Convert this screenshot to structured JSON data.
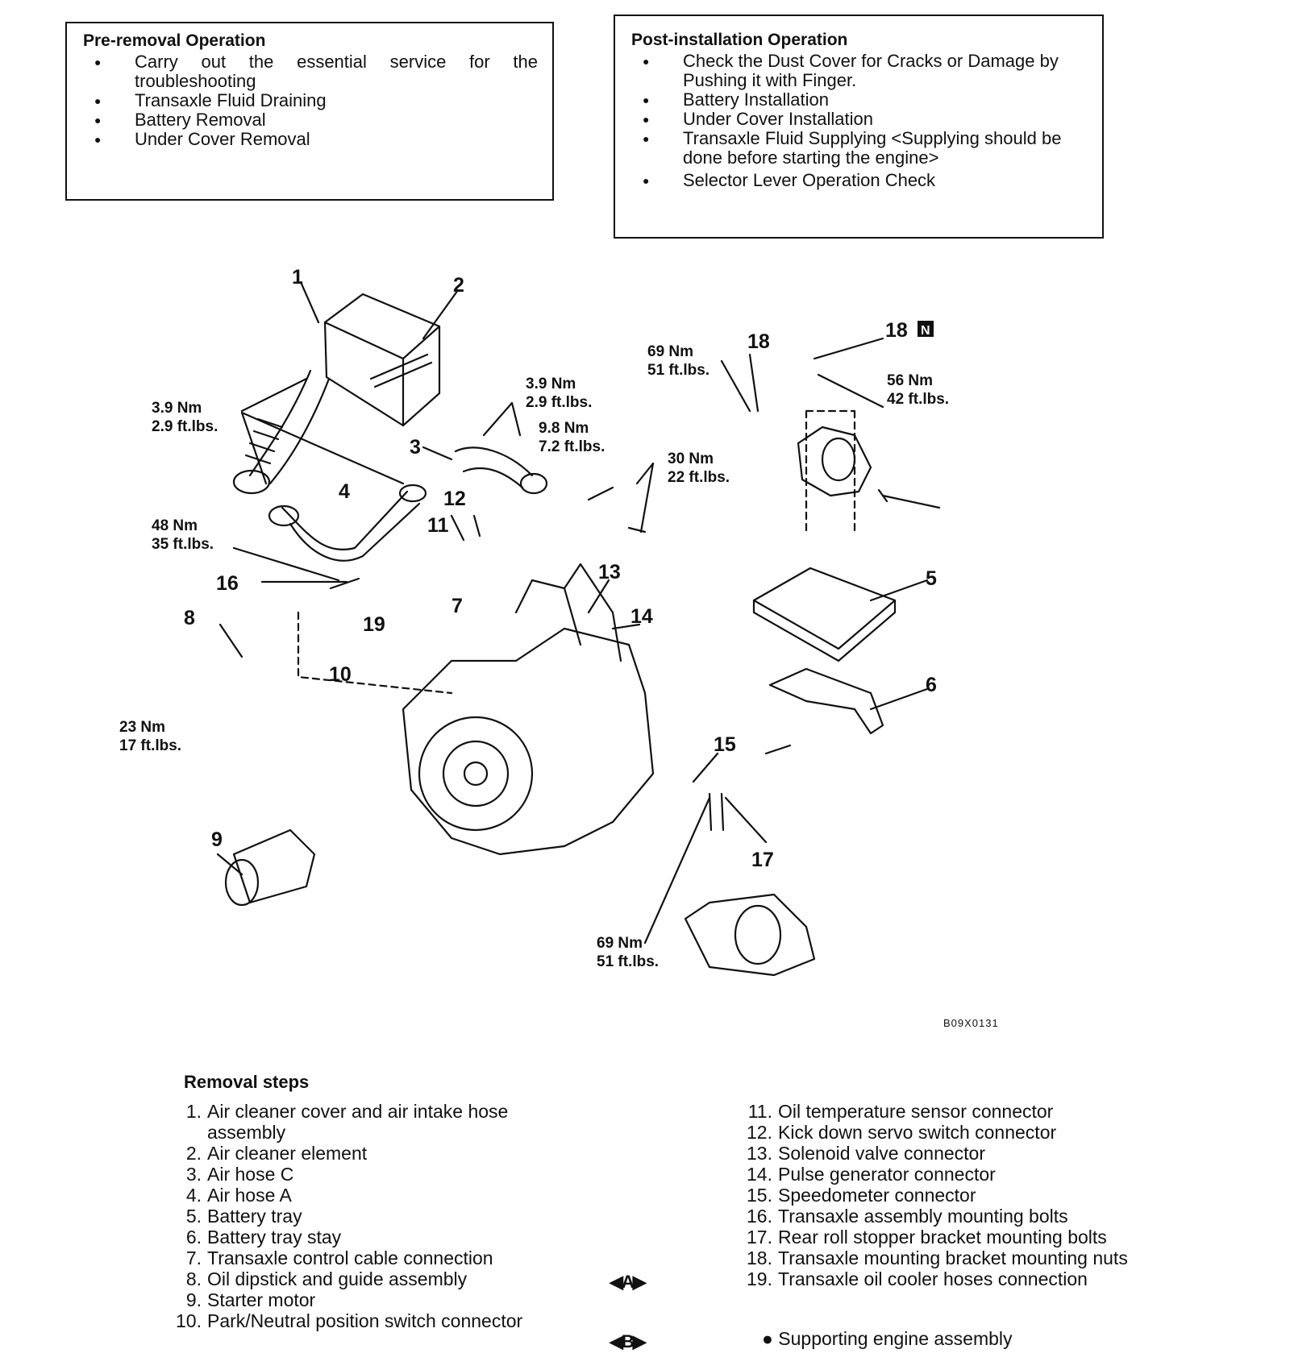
{
  "pre_removal": {
    "title": "Pre-removal Operation",
    "items": [
      "Carry out the essential service for the troubleshooting",
      "Transaxle Fluid Draining",
      "Battery Removal",
      "Under Cover Removal"
    ]
  },
  "post_installation": {
    "title": "Post-installation Operation",
    "items": [
      "Check the Dust Cover for Cracks or Damage by Pushing it with Finger.",
      "Battery Installation",
      "Under Cover Installation",
      "Transaxle Fluid Supplying <Supplying should be done before starting the engine>",
      "Selector Lever Operation Check"
    ]
  },
  "diagram": {
    "part_labels": [
      "1",
      "2",
      "3",
      "4",
      "5",
      "6",
      "7",
      "8",
      "9",
      "10",
      "11",
      "12",
      "13",
      "14",
      "15",
      "16",
      "17",
      "18",
      "18",
      "19"
    ],
    "torque_labels": [
      [
        "3.9 Nm",
        "2.9 ft.lbs."
      ],
      [
        "3.9 Nm",
        "2.9 ft.lbs."
      ],
      [
        "9.8 Nm",
        "7.2 ft.lbs."
      ],
      [
        "30 Nm",
        "22 ft.lbs."
      ],
      [
        "69 Nm",
        "51 ft.lbs."
      ],
      [
        "56 Nm",
        "42 ft.lbs."
      ],
      [
        "48 Nm",
        "35 ft.lbs."
      ],
      [
        "23 Nm",
        "17 ft.lbs."
      ],
      [
        "69 Nm",
        "51 ft.lbs."
      ]
    ],
    "new_part_mark": "N",
    "figure_code": "B09X0131"
  },
  "removal_steps": {
    "title": "Removal steps",
    "left": [
      {
        "n": "1.",
        "text": "Air cleaner cover and air intake hose assembly"
      },
      {
        "n": "2.",
        "text": "Air cleaner element"
      },
      {
        "n": "3.",
        "text": "Air hose C"
      },
      {
        "n": "4.",
        "text": "Air hose A"
      },
      {
        "n": "5.",
        "text": "Battery tray"
      },
      {
        "n": "6.",
        "text": "Battery tray stay"
      },
      {
        "n": "7.",
        "text": "Transaxle control cable connection"
      },
      {
        "n": "8.",
        "text": "Oil dipstick and guide assembly"
      },
      {
        "n": "9.",
        "text": "Starter motor"
      },
      {
        "n": "10.",
        "text": "Park/Neutral position switch connector"
      }
    ],
    "right": [
      {
        "n": "11.",
        "text": "Oil temperature sensor connector"
      },
      {
        "n": "12.",
        "text": "Kick down servo switch connector"
      },
      {
        "n": "13.",
        "text": "Solenoid valve connector"
      },
      {
        "n": "14.",
        "text": "Pulse generator connector"
      },
      {
        "n": "15.",
        "text": "Speedometer connector"
      },
      {
        "n": "16.",
        "text": "Transaxle assembly mounting bolts"
      },
      {
        "n": "17.",
        "text": "Rear roll stopper bracket mounting bolts"
      },
      {
        "n": "18.",
        "text": "Transaxle mounting bracket mounting nuts"
      },
      {
        "n": "19.",
        "text": "Transaxle oil cooler hoses connection"
      }
    ],
    "sub_bullet": "Supporting engine assembly",
    "markers": [
      "◀A▶",
      "◀B▶"
    ]
  }
}
